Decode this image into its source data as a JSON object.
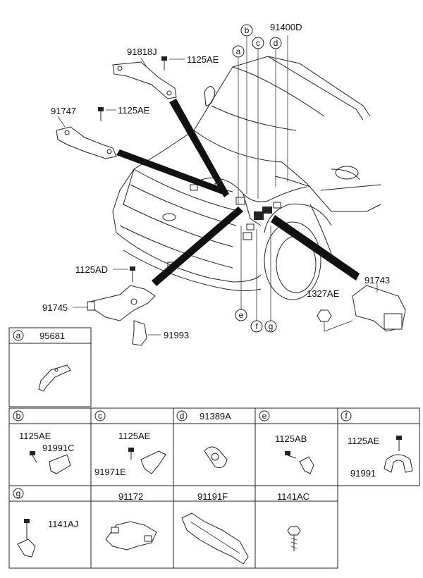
{
  "main_labels": {
    "l91818J": "91818J",
    "l1125AE_a": "1125AE",
    "l91747": "91747",
    "l1125AE_b": "1125AE",
    "l91400D": "91400D",
    "l1125AD": "1125AD",
    "l91745": "91745",
    "l91993": "91993",
    "l91743": "91743",
    "l1327AE": "1327AE"
  },
  "callouts": {
    "a": "a",
    "b": "b",
    "c": "c",
    "d": "d",
    "e": "e",
    "f": "f",
    "g": "g"
  },
  "grid": {
    "row1": {
      "a_letter": "a",
      "a_part": "95681"
    },
    "row2": {
      "b_letter": "b",
      "c_letter": "c",
      "d_letter": "d",
      "d_part": "91389A",
      "e_letter": "e",
      "f_letter": "f",
      "b_lbl1": "1125AE",
      "b_lbl2": "91991C",
      "c_lbl1": "1125AE",
      "c_lbl2": "91971E",
      "e_lbl1": "1125AB",
      "f_lbl1": "1125AE",
      "f_lbl2": "91991"
    },
    "row3": {
      "g_letter": "g",
      "g_lbl1": "1141AJ",
      "h2": "91172",
      "h3": "91191F",
      "h4": "1141AC"
    }
  }
}
